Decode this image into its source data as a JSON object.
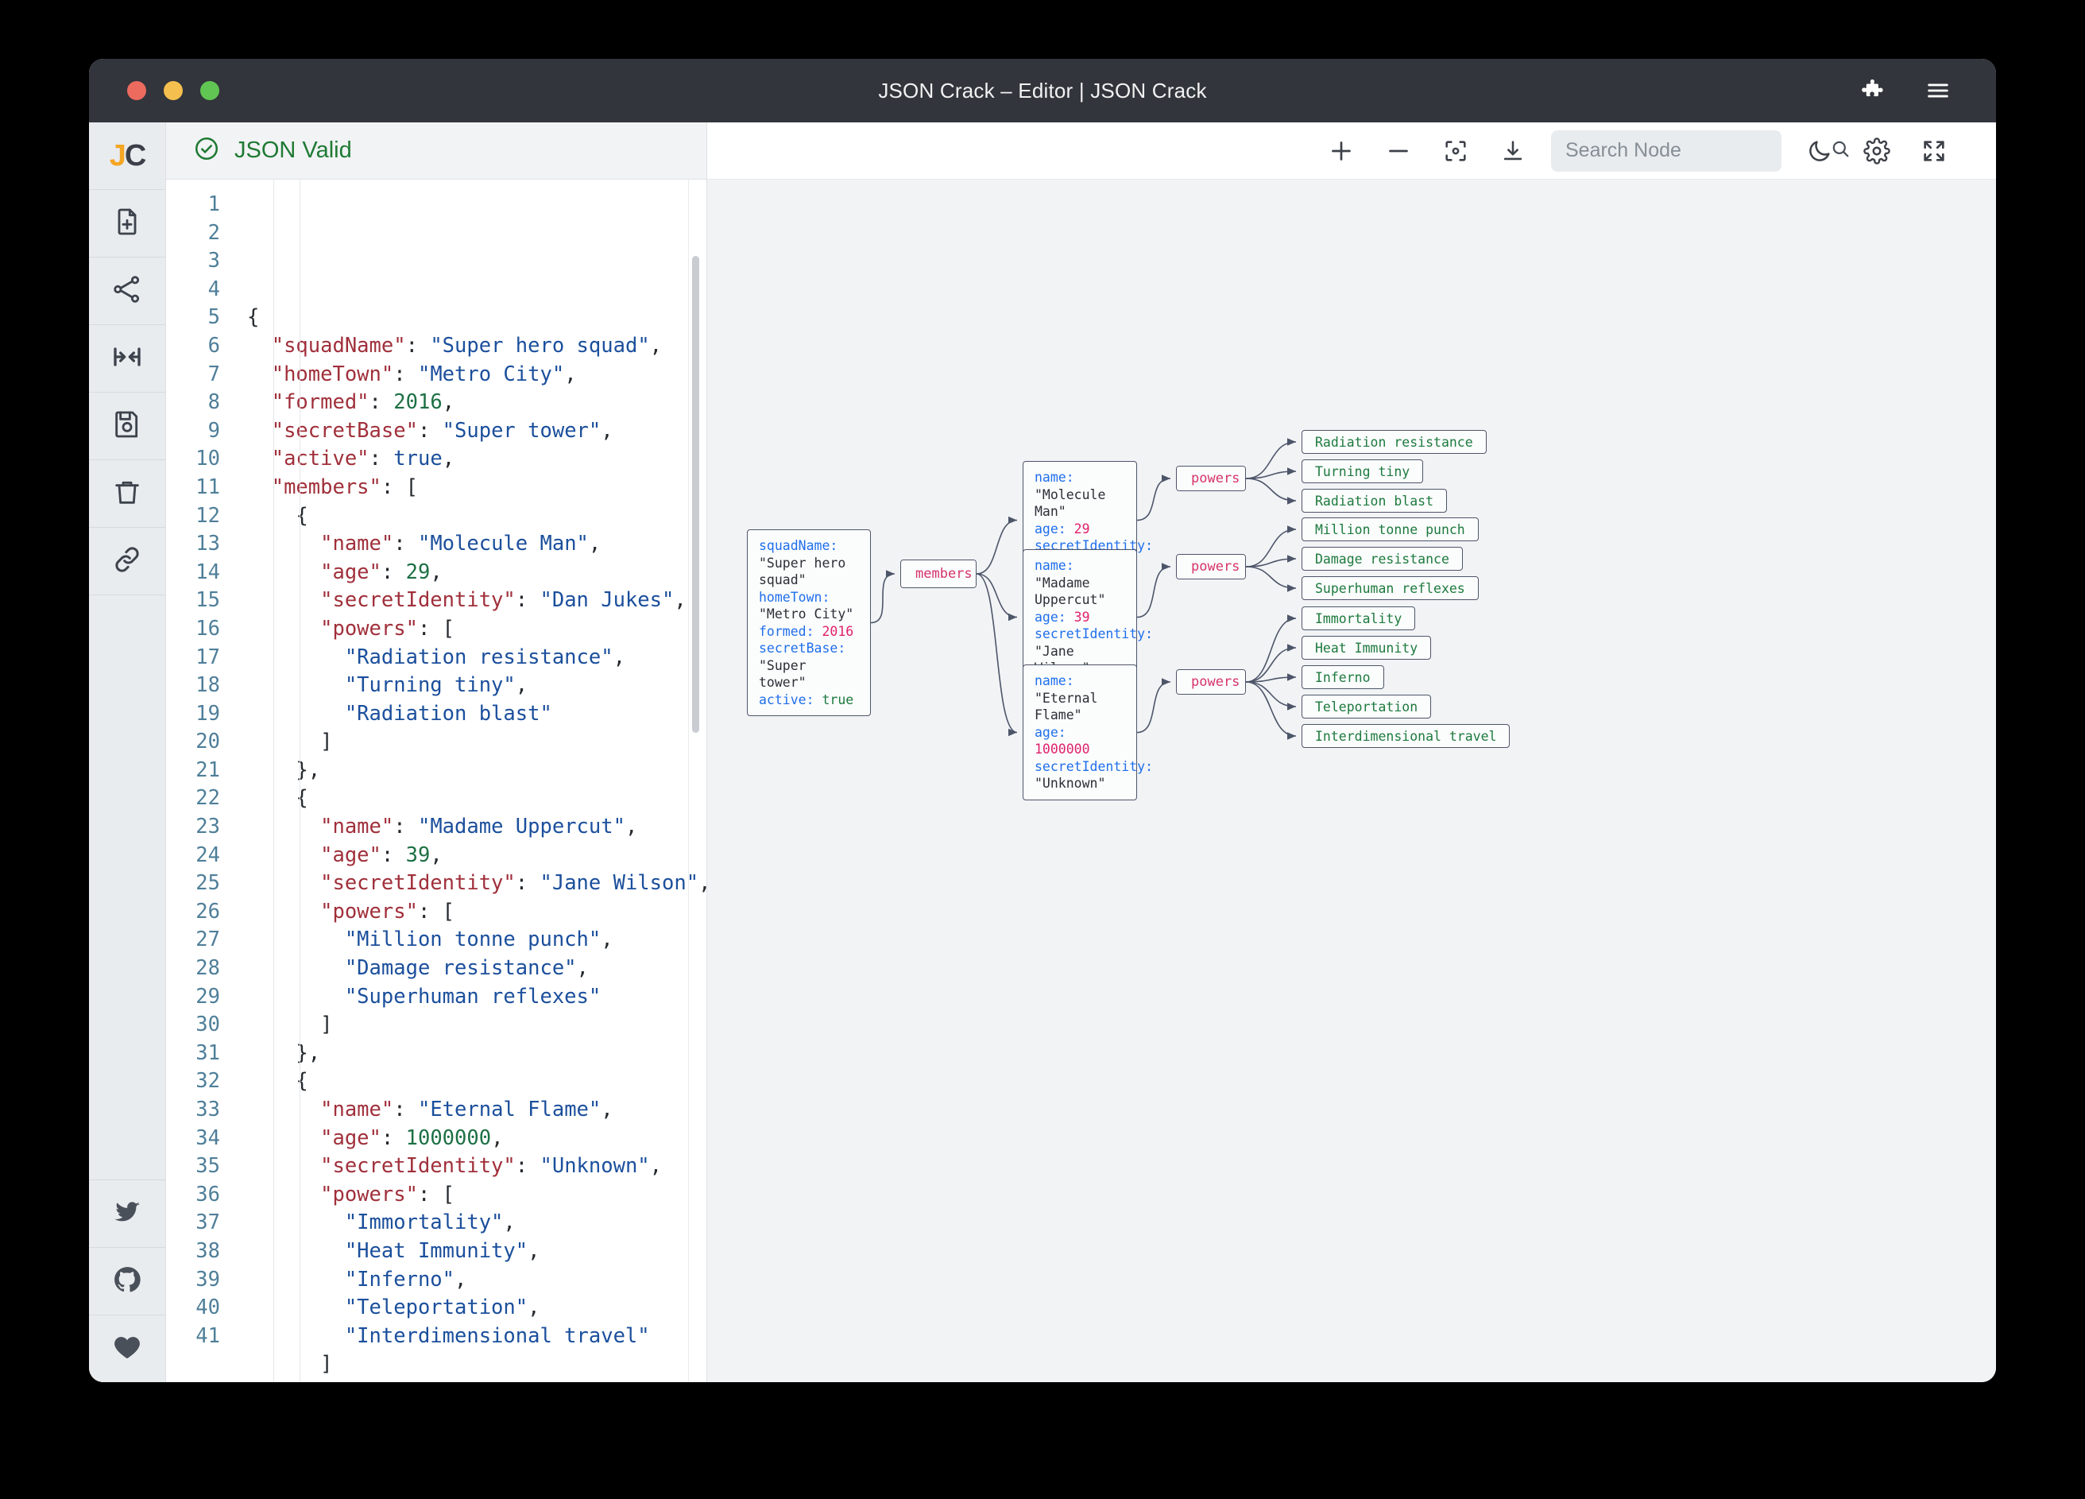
{
  "window": {
    "title": "JSON Crack – Editor | JSON Crack",
    "traffic": [
      "close-red",
      "minimize-yellow",
      "maximize-green"
    ],
    "right_icons": [
      "puzzle-icon",
      "menu-icon"
    ]
  },
  "sidebar": {
    "logo": "JC",
    "logo_parts": {
      "first": "J",
      "second": "C"
    },
    "items": [
      {
        "name": "new-document",
        "icon": "file-plus-icon"
      },
      {
        "name": "graph-view",
        "icon": "share-nodes-icon"
      },
      {
        "name": "collapse-nodes",
        "icon": "collapse-horizontal-icon"
      },
      {
        "name": "save-file",
        "icon": "floppy-save-icon"
      },
      {
        "name": "delete-file",
        "icon": "trash-icon"
      },
      {
        "name": "copy-link",
        "icon": "link-icon"
      }
    ],
    "bottom_items": [
      {
        "name": "twitter",
        "icon": "twitter-icon"
      },
      {
        "name": "github",
        "icon": "github-icon"
      },
      {
        "name": "sponsor",
        "icon": "heart-icon"
      }
    ]
  },
  "editor": {
    "status_text": "JSON Valid",
    "status_icon": "check-circle-icon",
    "status_color": "#1f7a33",
    "line_numbers": [
      1,
      2,
      3,
      4,
      5,
      6,
      7,
      8,
      9,
      10,
      11,
      12,
      13,
      14,
      15,
      16,
      17,
      18,
      19,
      20,
      21,
      22,
      23,
      24,
      25,
      26,
      27,
      28,
      29,
      30,
      31,
      32,
      33,
      34,
      35,
      36,
      37,
      38,
      39,
      40,
      41
    ],
    "lines": [
      [
        {
          "t": "{",
          "c": "p"
        }
      ],
      [
        {
          "t": "  ",
          "c": "p"
        },
        {
          "t": "\"squadName\"",
          "c": "k"
        },
        {
          "t": ": ",
          "c": "p"
        },
        {
          "t": "\"Super hero squad\"",
          "c": "s"
        },
        {
          "t": ",",
          "c": "p"
        }
      ],
      [
        {
          "t": "  ",
          "c": "p"
        },
        {
          "t": "\"homeTown\"",
          "c": "k"
        },
        {
          "t": ": ",
          "c": "p"
        },
        {
          "t": "\"Metro City\"",
          "c": "s"
        },
        {
          "t": ",",
          "c": "p"
        }
      ],
      [
        {
          "t": "  ",
          "c": "p"
        },
        {
          "t": "\"formed\"",
          "c": "k"
        },
        {
          "t": ": ",
          "c": "p"
        },
        {
          "t": "2016",
          "c": "n"
        },
        {
          "t": ",",
          "c": "p"
        }
      ],
      [
        {
          "t": "  ",
          "c": "p"
        },
        {
          "t": "\"secretBase\"",
          "c": "k"
        },
        {
          "t": ": ",
          "c": "p"
        },
        {
          "t": "\"Super tower\"",
          "c": "s"
        },
        {
          "t": ",",
          "c": "p"
        }
      ],
      [
        {
          "t": "  ",
          "c": "p"
        },
        {
          "t": "\"active\"",
          "c": "k"
        },
        {
          "t": ": ",
          "c": "p"
        },
        {
          "t": "true",
          "c": "b"
        },
        {
          "t": ",",
          "c": "p"
        }
      ],
      [
        {
          "t": "  ",
          "c": "p"
        },
        {
          "t": "\"members\"",
          "c": "k"
        },
        {
          "t": ": [",
          "c": "p"
        }
      ],
      [
        {
          "t": "    {",
          "c": "p"
        }
      ],
      [
        {
          "t": "      ",
          "c": "p"
        },
        {
          "t": "\"name\"",
          "c": "k"
        },
        {
          "t": ": ",
          "c": "p"
        },
        {
          "t": "\"Molecule Man\"",
          "c": "s"
        },
        {
          "t": ",",
          "c": "p"
        }
      ],
      [
        {
          "t": "      ",
          "c": "p"
        },
        {
          "t": "\"age\"",
          "c": "k"
        },
        {
          "t": ": ",
          "c": "p"
        },
        {
          "t": "29",
          "c": "n"
        },
        {
          "t": ",",
          "c": "p"
        }
      ],
      [
        {
          "t": "      ",
          "c": "p"
        },
        {
          "t": "\"secretIdentity\"",
          "c": "k"
        },
        {
          "t": ": ",
          "c": "p"
        },
        {
          "t": "\"Dan Jukes\"",
          "c": "s"
        },
        {
          "t": ",",
          "c": "p"
        }
      ],
      [
        {
          "t": "      ",
          "c": "p"
        },
        {
          "t": "\"powers\"",
          "c": "k"
        },
        {
          "t": ": [",
          "c": "p"
        }
      ],
      [
        {
          "t": "        ",
          "c": "p"
        },
        {
          "t": "\"Radiation resistance\"",
          "c": "s"
        },
        {
          "t": ",",
          "c": "p"
        }
      ],
      [
        {
          "t": "        ",
          "c": "p"
        },
        {
          "t": "\"Turning tiny\"",
          "c": "s"
        },
        {
          "t": ",",
          "c": "p"
        }
      ],
      [
        {
          "t": "        ",
          "c": "p"
        },
        {
          "t": "\"Radiation blast\"",
          "c": "s"
        }
      ],
      [
        {
          "t": "      ]",
          "c": "p"
        }
      ],
      [
        {
          "t": "    },",
          "c": "p"
        }
      ],
      [
        {
          "t": "    {",
          "c": "p"
        }
      ],
      [
        {
          "t": "      ",
          "c": "p"
        },
        {
          "t": "\"name\"",
          "c": "k"
        },
        {
          "t": ": ",
          "c": "p"
        },
        {
          "t": "\"Madame Uppercut\"",
          "c": "s"
        },
        {
          "t": ",",
          "c": "p"
        }
      ],
      [
        {
          "t": "      ",
          "c": "p"
        },
        {
          "t": "\"age\"",
          "c": "k"
        },
        {
          "t": ": ",
          "c": "p"
        },
        {
          "t": "39",
          "c": "n"
        },
        {
          "t": ",",
          "c": "p"
        }
      ],
      [
        {
          "t": "      ",
          "c": "p"
        },
        {
          "t": "\"secretIdentity\"",
          "c": "k"
        },
        {
          "t": ": ",
          "c": "p"
        },
        {
          "t": "\"Jane Wilson\"",
          "c": "s"
        },
        {
          "t": ",",
          "c": "p"
        }
      ],
      [
        {
          "t": "      ",
          "c": "p"
        },
        {
          "t": "\"powers\"",
          "c": "k"
        },
        {
          "t": ": [",
          "c": "p"
        }
      ],
      [
        {
          "t": "        ",
          "c": "p"
        },
        {
          "t": "\"Million tonne punch\"",
          "c": "s"
        },
        {
          "t": ",",
          "c": "p"
        }
      ],
      [
        {
          "t": "        ",
          "c": "p"
        },
        {
          "t": "\"Damage resistance\"",
          "c": "s"
        },
        {
          "t": ",",
          "c": "p"
        }
      ],
      [
        {
          "t": "        ",
          "c": "p"
        },
        {
          "t": "\"Superhuman reflexes\"",
          "c": "s"
        }
      ],
      [
        {
          "t": "      ]",
          "c": "p"
        }
      ],
      [
        {
          "t": "    },",
          "c": "p"
        }
      ],
      [
        {
          "t": "    {",
          "c": "p"
        }
      ],
      [
        {
          "t": "      ",
          "c": "p"
        },
        {
          "t": "\"name\"",
          "c": "k"
        },
        {
          "t": ": ",
          "c": "p"
        },
        {
          "t": "\"Eternal Flame\"",
          "c": "s"
        },
        {
          "t": ",",
          "c": "p"
        }
      ],
      [
        {
          "t": "      ",
          "c": "p"
        },
        {
          "t": "\"age\"",
          "c": "k"
        },
        {
          "t": ": ",
          "c": "p"
        },
        {
          "t": "1000000",
          "c": "n"
        },
        {
          "t": ",",
          "c": "p"
        }
      ],
      [
        {
          "t": "      ",
          "c": "p"
        },
        {
          "t": "\"secretIdentity\"",
          "c": "k"
        },
        {
          "t": ": ",
          "c": "p"
        },
        {
          "t": "\"Unknown\"",
          "c": "s"
        },
        {
          "t": ",",
          "c": "p"
        }
      ],
      [
        {
          "t": "      ",
          "c": "p"
        },
        {
          "t": "\"powers\"",
          "c": "k"
        },
        {
          "t": ": [",
          "c": "p"
        }
      ],
      [
        {
          "t": "        ",
          "c": "p"
        },
        {
          "t": "\"Immortality\"",
          "c": "s"
        },
        {
          "t": ",",
          "c": "p"
        }
      ],
      [
        {
          "t": "        ",
          "c": "p"
        },
        {
          "t": "\"Heat Immunity\"",
          "c": "s"
        },
        {
          "t": ",",
          "c": "p"
        }
      ],
      [
        {
          "t": "        ",
          "c": "p"
        },
        {
          "t": "\"Inferno\"",
          "c": "s"
        },
        {
          "t": ",",
          "c": "p"
        }
      ],
      [
        {
          "t": "        ",
          "c": "p"
        },
        {
          "t": "\"Teleportation\"",
          "c": "s"
        },
        {
          "t": ",",
          "c": "p"
        }
      ],
      [
        {
          "t": "        ",
          "c": "p"
        },
        {
          "t": "\"Interdimensional travel\"",
          "c": "s"
        }
      ],
      [
        {
          "t": "      ]",
          "c": "p"
        }
      ],
      [
        {
          "t": "    }",
          "c": "p"
        }
      ],
      [
        {
          "t": "  ]",
          "c": "p"
        }
      ],
      [
        {
          "t": "}",
          "c": "p"
        }
      ]
    ]
  },
  "graph_toolbar": {
    "buttons": [
      {
        "name": "zoom-in-button",
        "icon": "plus-icon"
      },
      {
        "name": "zoom-out-button",
        "icon": "minus-icon"
      },
      {
        "name": "center-view-button",
        "icon": "focus-icon"
      },
      {
        "name": "download-button",
        "icon": "download-icon"
      }
    ],
    "search_placeholder": "Search Node",
    "search_value": "",
    "search_icon": "search-icon",
    "right_buttons": [
      {
        "name": "dark-mode-toggle",
        "icon": "moon-icon"
      },
      {
        "name": "settings-button",
        "icon": "gear-icon"
      },
      {
        "name": "fullscreen-button",
        "icon": "expand-icon"
      }
    ]
  },
  "graph": {
    "root_node": {
      "rows": [
        {
          "key": "squadName",
          "value": "\"Super hero squad\"",
          "type": "str"
        },
        {
          "key": "homeTown",
          "value": "\"Metro City\"",
          "type": "str"
        },
        {
          "key": "formed",
          "value": "2016",
          "type": "num"
        },
        {
          "key": "secretBase",
          "value": "\"Super tower\"",
          "type": "str"
        },
        {
          "key": "active",
          "value": "true",
          "type": "bool"
        }
      ]
    },
    "members_node": {
      "label": "members",
      "button_icon": "collapse-icon"
    },
    "members": [
      {
        "rows": [
          {
            "key": "name",
            "value": "\"Molecule Man\"",
            "type": "str"
          },
          {
            "key": "age",
            "value": "29",
            "type": "num"
          },
          {
            "key": "secretIdentity",
            "value": "\"Dan Jukes\"",
            "type": "str"
          }
        ],
        "powers_label": "powers",
        "powers": [
          "Radiation resistance",
          "Turning tiny",
          "Radiation blast"
        ]
      },
      {
        "rows": [
          {
            "key": "name",
            "value": "\"Madame Uppercut\"",
            "type": "str"
          },
          {
            "key": "age",
            "value": "39",
            "type": "num"
          },
          {
            "key": "secretIdentity",
            "value": "\"Jane Wilson\"",
            "type": "str"
          }
        ],
        "powers_label": "powers",
        "powers": [
          "Million tonne punch",
          "Damage resistance",
          "Superhuman reflexes"
        ]
      },
      {
        "rows": [
          {
            "key": "name",
            "value": "\"Eternal Flame\"",
            "type": "str"
          },
          {
            "key": "age",
            "value": "1000000",
            "type": "num"
          },
          {
            "key": "secretIdentity",
            "value": "\"Unknown\"",
            "type": "str"
          }
        ],
        "powers_label": "powers",
        "powers": [
          "Immortality",
          "Heat Immunity",
          "Inferno",
          "Teleportation",
          "Interdimensional travel"
        ]
      }
    ]
  },
  "colors": {
    "titlebar": "#32353b",
    "valid_green": "#1f7a33",
    "node_border": "#4d5569",
    "key_blue": "#1f6feb",
    "num_pink": "#e0216b",
    "leaf_green": "#1d7a3e",
    "parent_pink": "#d6336c",
    "canvas_bg": "#f1f3f5"
  }
}
